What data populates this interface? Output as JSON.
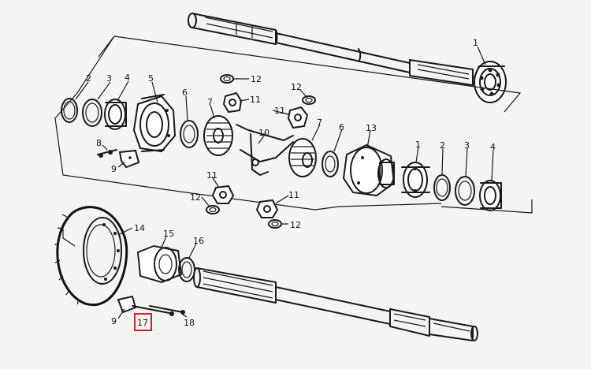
{
  "callouts": [
    {
      "id": "c1a",
      "text": "1"
    },
    {
      "id": "c2a",
      "text": "2"
    },
    {
      "id": "c3a",
      "text": "3"
    },
    {
      "id": "c4a",
      "text": "4"
    },
    {
      "id": "c5a",
      "text": "5"
    },
    {
      "id": "c6a",
      "text": "6"
    },
    {
      "id": "c7a",
      "text": "7"
    },
    {
      "id": "c8a",
      "text": "8"
    },
    {
      "id": "c9a",
      "text": "9"
    },
    {
      "id": "c10",
      "text": "10"
    },
    {
      "id": "c11a",
      "text": "11"
    },
    {
      "id": "c11b",
      "text": "11"
    },
    {
      "id": "c11c",
      "text": "11"
    },
    {
      "id": "c11d",
      "text": "11"
    },
    {
      "id": "c12a",
      "text": "12"
    },
    {
      "id": "c12b",
      "text": "12"
    },
    {
      "id": "c12c",
      "text": "12"
    },
    {
      "id": "c12d",
      "text": "12"
    },
    {
      "id": "c7b",
      "text": "7"
    },
    {
      "id": "c6b",
      "text": "6"
    },
    {
      "id": "c13",
      "text": "13"
    },
    {
      "id": "c1b",
      "text": "1"
    },
    {
      "id": "c2b",
      "text": "2"
    },
    {
      "id": "c3b",
      "text": "3"
    },
    {
      "id": "c4b",
      "text": "4"
    },
    {
      "id": "c14",
      "text": "14"
    },
    {
      "id": "c15",
      "text": "15"
    },
    {
      "id": "c16",
      "text": "16"
    },
    {
      "id": "c9b",
      "text": "9"
    },
    {
      "id": "c17",
      "text": "17"
    },
    {
      "id": "c18",
      "text": "18"
    }
  ],
  "highlight": {
    "callout": "17",
    "color": "#d42020"
  }
}
